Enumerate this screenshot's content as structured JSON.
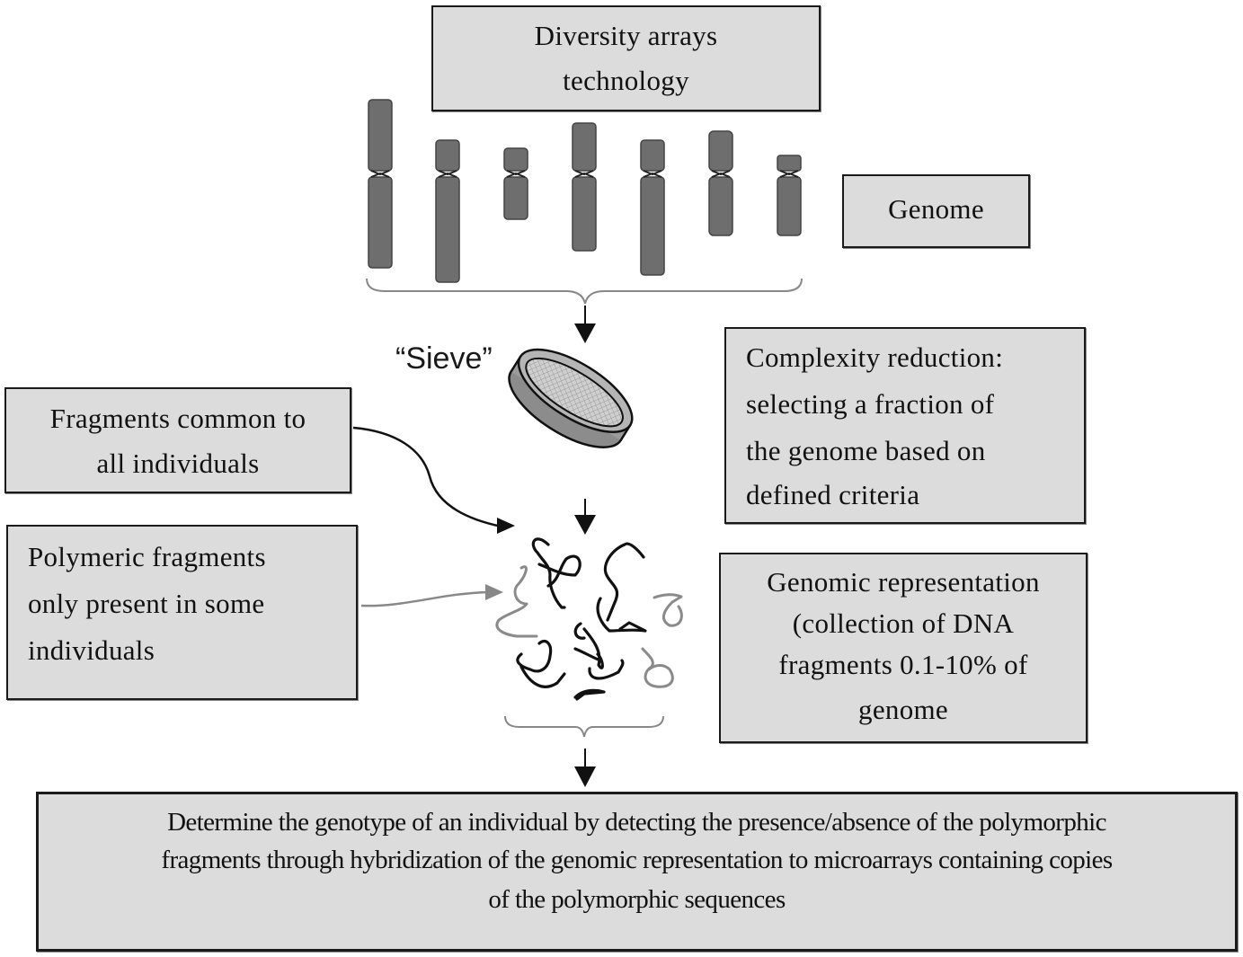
{
  "title_box": {
    "lines": [
      "Diversity arrays",
      "technology"
    ]
  },
  "genome_box": {
    "label": "Genome"
  },
  "sieve_label": "“Sieve”",
  "common_fragments_box": {
    "lines": [
      "Fragments common to",
      "all individuals"
    ]
  },
  "polymeric_fragments_box": {
    "lines": [
      "Polymeric fragments",
      "only present in some",
      "individuals"
    ]
  },
  "complexity_box": {
    "lines": [
      "Complexity reduction:",
      "selecting a fraction of",
      "the genome based on",
      "defined criteria"
    ]
  },
  "representation_box": {
    "lines": [
      "Genomic representation",
      "(collection of DNA",
      "fragments 0.1-10% of",
      "genome"
    ]
  },
  "genotype_box": {
    "lines": [
      "Determine the genotype of an individual by detecting the presence/absence of the polymorphic",
      "fragments through hybridization of the genomic representation to microarrays containing copies",
      "of the polymorphic sequences"
    ]
  },
  "icons": {
    "chromosomes": "chromosome-icon",
    "sieve": "sieve-icon",
    "fragments": "dna-fragment-icon",
    "arrows": "arrow-down-icon"
  },
  "colors": {
    "box_fill": "#dcdcdc",
    "box_border": "#1a1a1a",
    "chromosome": "#6e6e6e",
    "common_fragment": "#111111",
    "polymorphic_fragment": "#8a8a8a"
  }
}
